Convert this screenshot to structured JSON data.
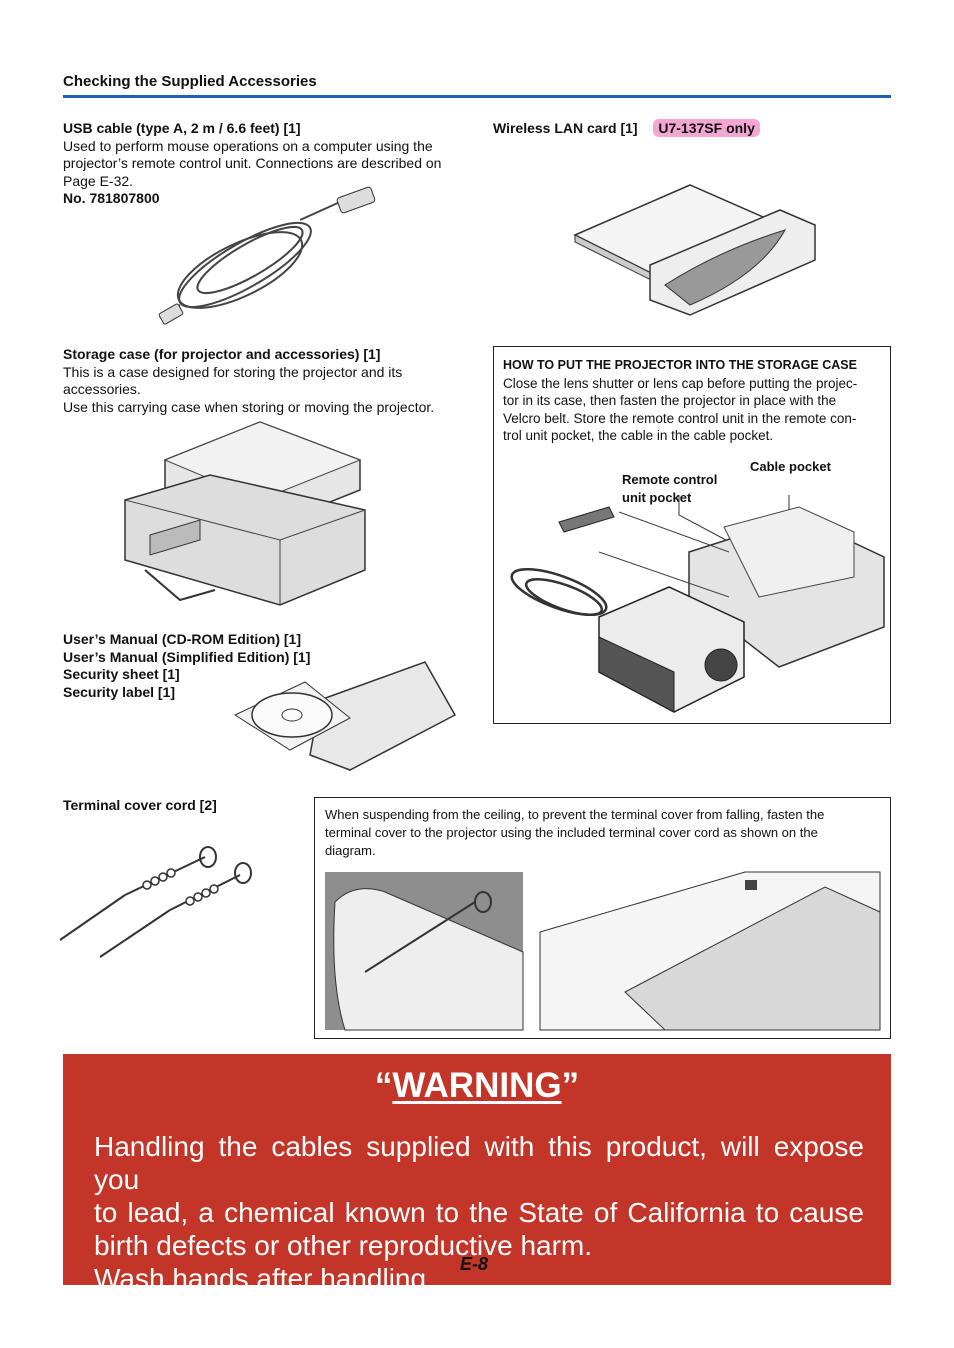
{
  "header": {
    "section_title": "Checking the Supplied Accessories"
  },
  "usb": {
    "title": "USB cable (type A, 2 m / 6.6 feet) [1]",
    "line1": "Used to perform mouse operations on a computer using the",
    "line2": "projector’s remote control unit. Connections are described on",
    "line3": "Page E-32.",
    "part_no": "No. 781807800"
  },
  "wlan": {
    "title": "Wireless LAN card [1]",
    "badge": "U7-137SF only"
  },
  "storage": {
    "title": "Storage case (for projector and accessories) [1]",
    "line1": "This is a case designed for storing the projector and its",
    "line2": "accessories.",
    "line3": "Use this carrying case when storing or moving the projector."
  },
  "howto": {
    "title": "HOW TO PUT THE PROJECTOR INTO THE STORAGE CASE",
    "line1": "Close the lens shutter or lens cap before putting the projec-",
    "line2": "tor in its case, then fasten the projector in place with the",
    "line3": "Velcro belt. Store the remote control unit in the remote con-",
    "line4": "trol unit pocket, the cable in the cable pocket.",
    "label_cable": "Cable pocket",
    "label_remote_1": "Remote control",
    "label_remote_2": "unit pocket"
  },
  "manuals": [
    "User’s Manual (CD-ROM Edition) [1]",
    "User’s Manual (Simplified Edition) [1]",
    "Security sheet [1]",
    "Security label [1]"
  ],
  "cord": {
    "title": "Terminal cover cord [2]",
    "line1": "When suspending from the ceiling, to prevent the terminal cover from falling, fasten the",
    "line2": "terminal cover to the projector using the included terminal cover cord as shown on the",
    "line3": "diagram."
  },
  "warning": {
    "quote_open": "“",
    "title": "WARNING",
    "quote_close": "”",
    "line1": "Handling the cables supplied with this product, will expose you",
    "line2": "to lead, a chemical known to the State of California to cause",
    "line3": "birth defects or other reproductive harm.",
    "line4": "Wash hands after handling."
  },
  "page_number": "E-8",
  "colors": {
    "rule": "#1f5fb0",
    "warning_bg": "#c33529",
    "badge": "#f3a6d1"
  }
}
